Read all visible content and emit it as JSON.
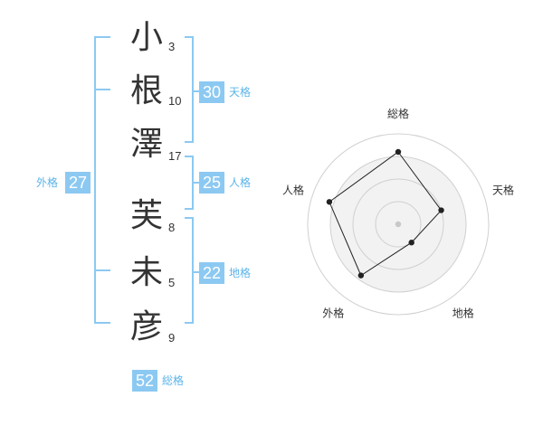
{
  "name": {
    "chars": [
      "小",
      "根",
      "澤",
      "芙",
      "未",
      "彦"
    ],
    "strokes": [
      "3",
      "10",
      "17",
      "8",
      "5",
      "9"
    ]
  },
  "grades": {
    "tenkaku": {
      "value": "30",
      "label": "天格"
    },
    "jinkaku": {
      "value": "25",
      "label": "人格"
    },
    "chikaku": {
      "value": "22",
      "label": "地格"
    },
    "gaikaku": {
      "value": "27",
      "label": "外格"
    },
    "soukaku": {
      "value": "52",
      "label": "総格"
    }
  },
  "colors": {
    "accent": "#8cc9f2",
    "accent_text": "#5bb4ea",
    "radar_fill": "#f2f2f2",
    "ring": "#d0d0d0"
  },
  "radar": {
    "axes": [
      "総格",
      "天格",
      "地格",
      "外格",
      "人格"
    ],
    "levels": 4,
    "values": [
      0.8,
      0.5,
      0.25,
      0.7,
      0.8
    ]
  }
}
